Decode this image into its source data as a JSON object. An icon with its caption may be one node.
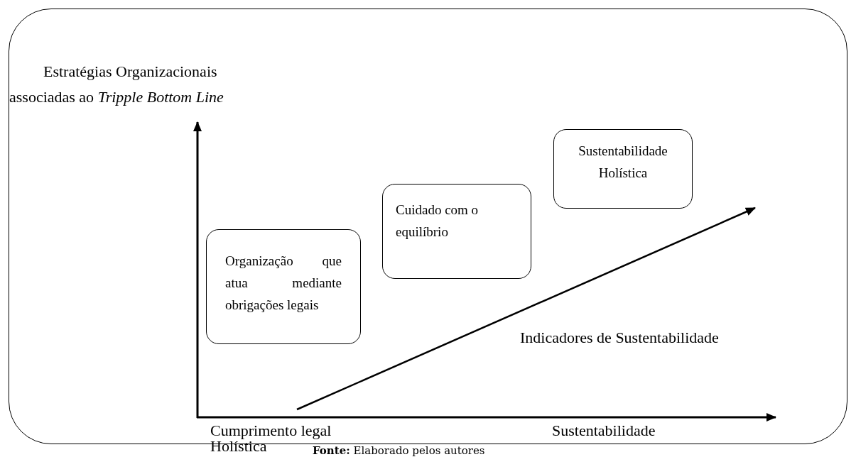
{
  "diagram": {
    "caption": "**Fonte:** Elaborado pelos autores",
    "nodes": [
      {
        "text": [
          "Estratégias Organizacionais associadas ao *Tripple Bottom Line*"
        ]
      },
      {
        "text": [
          "Organização que atua mediante obrigações legais"
        ],
        "in": 0
      },
      {
        "text": [
          "Cuidado com o equilíbrio"
        ],
        "in": 0
      },
      {
        "text": [
          "Sustentabilidade Holística"
        ],
        "in": 0
      }
    ],
    "labels": [
      "Indicadores de Sustentabilidade",
      "Cumprimento legal",
      "Holística",
      "Sustentabilidade"
    ]
  }
}
